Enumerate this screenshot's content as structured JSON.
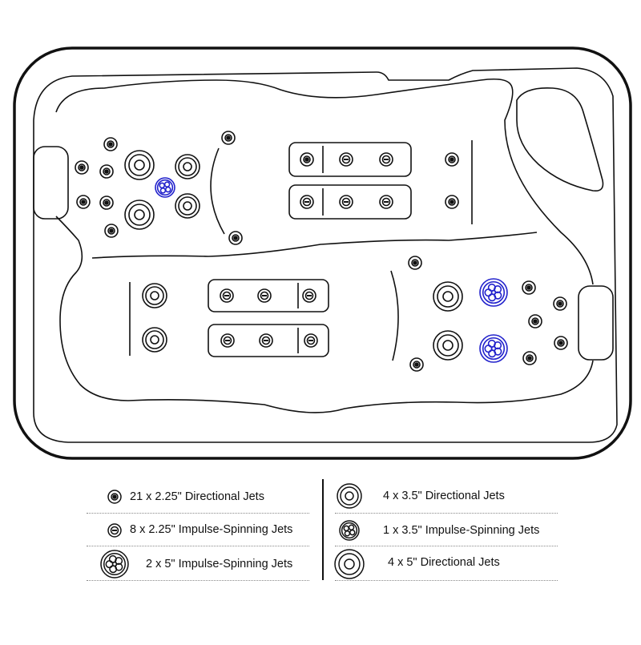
{
  "legend": [
    {
      "label": "21 x 2.25\" Directional Jets",
      "type": "small-directional"
    },
    {
      "label": "8 x 2.25\" Impulse-Spinning Jets",
      "type": "small-impulse"
    },
    {
      "label": "2 x 5\" Impulse-Spinning Jets",
      "type": "large-impulse"
    },
    {
      "label": "4 x 3.5\" Directional Jets",
      "type": "medium-directional"
    },
    {
      "label": "1 x 3.5\" Impulse-Spinning Jets",
      "type": "medium-impulse"
    },
    {
      "label": "4 x 5\" Directional Jets",
      "type": "large-directional"
    }
  ],
  "colors": {
    "outline": "#111111",
    "highlight_jet": "#2222cc"
  }
}
